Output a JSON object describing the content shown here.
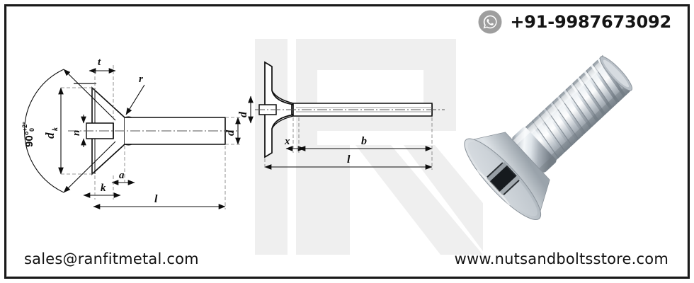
{
  "contact": {
    "phone": "+91-9987673092",
    "phone_icon": "whatsapp-icon",
    "email": "sales@ranfitmetal.com",
    "website": "www.nutsandboltsstore.com"
  },
  "watermark": {
    "letter": "R",
    "color": "#efefef"
  },
  "colors": {
    "frame": "#1a1a1a",
    "text": "#121212",
    "whatsapp_circle": "#9e9e9e",
    "line": "#0d0d0d",
    "metal_light": "#f2f4f6",
    "metal_mid": "#c8ced4",
    "metal_dark": "#8b939c"
  },
  "diagrams": {
    "left": {
      "name": "countersunk-screw-head-section-view",
      "labels": {
        "angle": "90°",
        "angle_tol_upper": "+2°",
        "angle_tol_lower": "0",
        "head_diameter": "d",
        "head_diameter_sub": "k",
        "slot_width": "n",
        "slot_depth": "t",
        "fillet_radius": "r",
        "shank_undercut": "a",
        "head_height": "k",
        "shank_diameter": "d",
        "length": "l"
      }
    },
    "middle": {
      "name": "countersunk-screw-side-view",
      "labels": {
        "shank_diameter": "d",
        "thread_runout": "x",
        "thread_length": "b",
        "length": "l"
      }
    },
    "right": {
      "name": "slotted-countersunk-machine-screw-photo",
      "description": "slotted flat countersunk head machine screw, zinc plated"
    }
  }
}
